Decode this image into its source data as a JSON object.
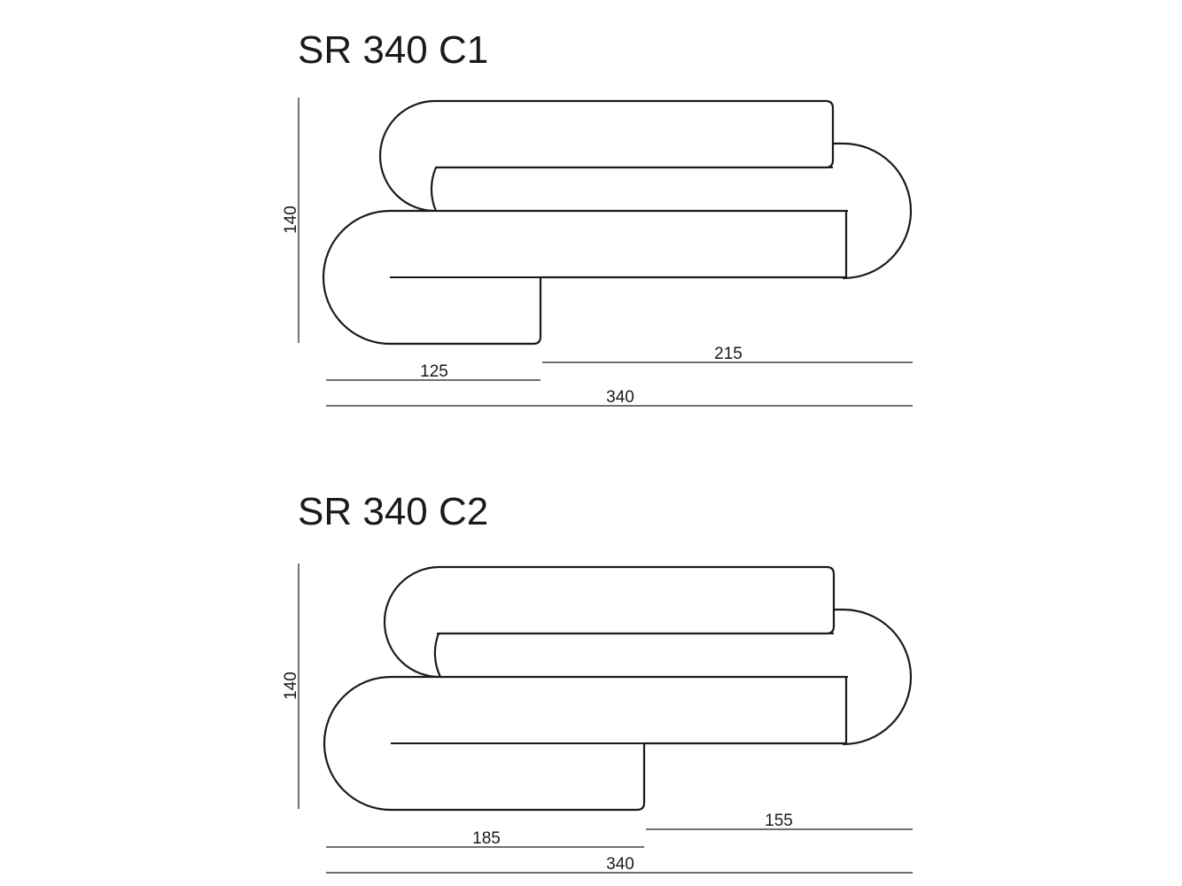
{
  "drawings": [
    {
      "model": "SR 340 C1",
      "depth": "140",
      "lower_segment": "125",
      "upper_segment": "215",
      "overall_width": "340"
    },
    {
      "model": "SR 340 C2",
      "depth": "140",
      "lower_segment": "185",
      "upper_segment": "155",
      "overall_width": "340"
    }
  ]
}
